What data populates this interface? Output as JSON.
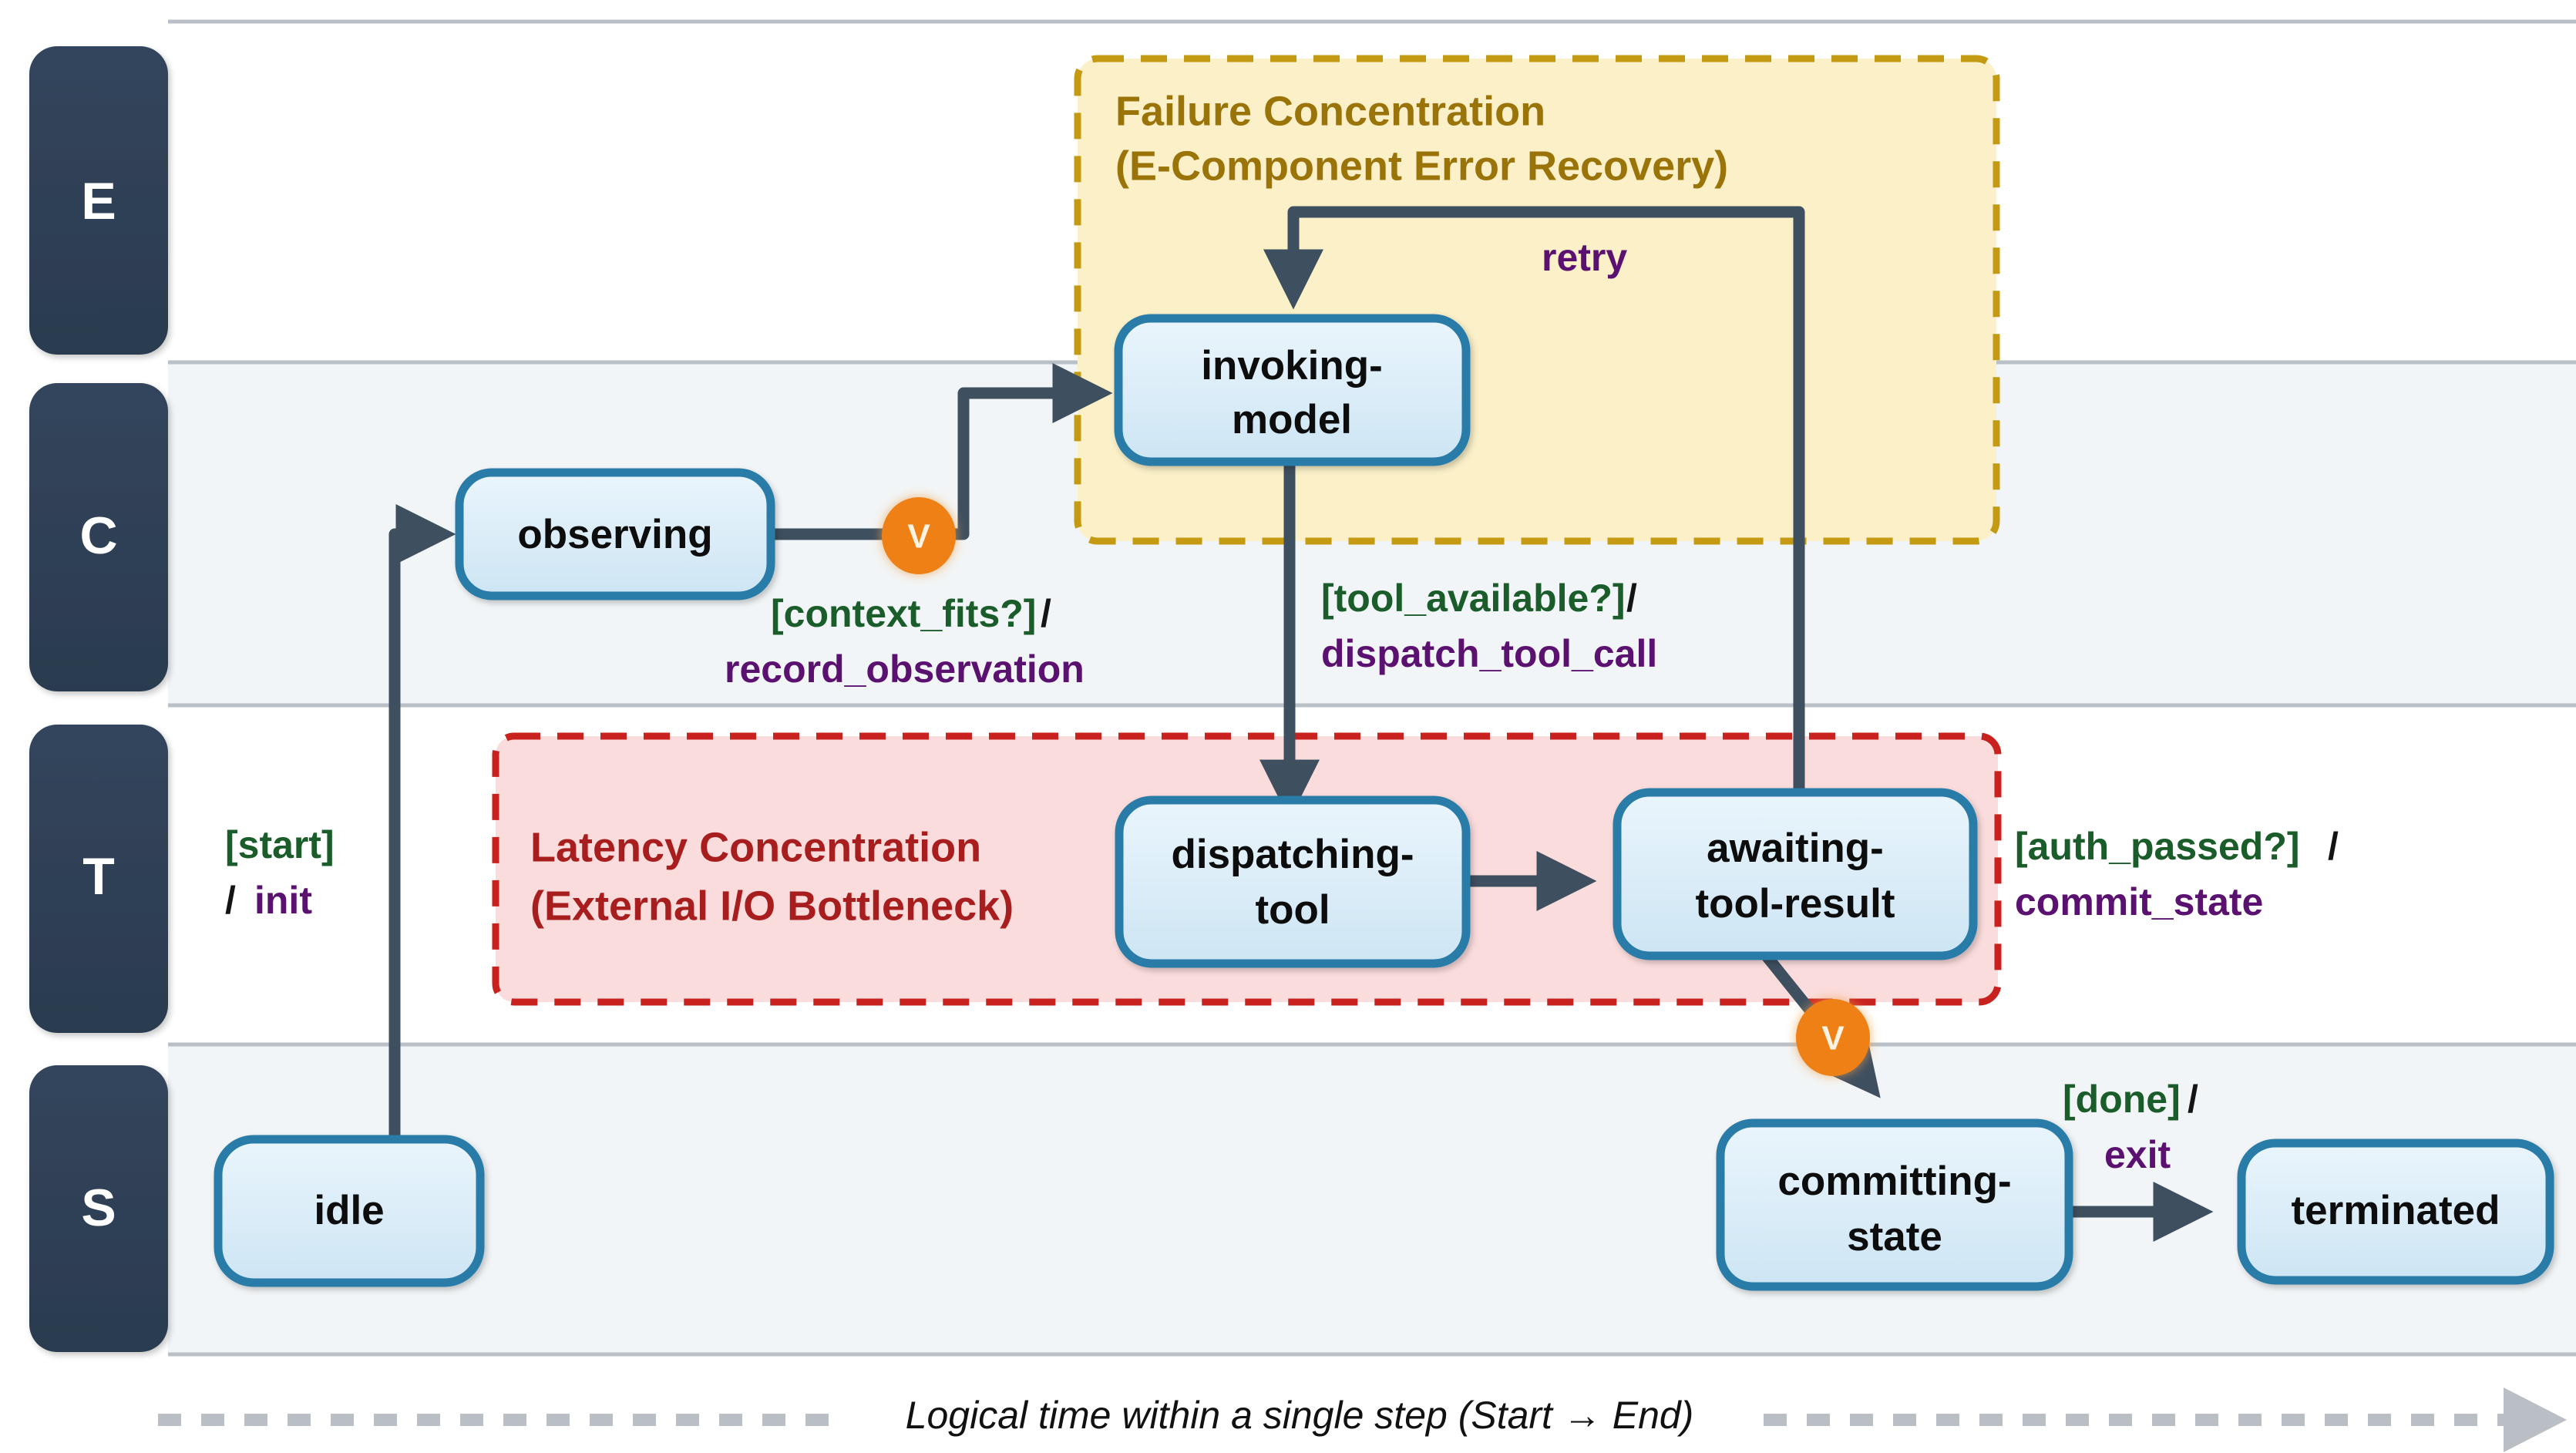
{
  "diagram": {
    "title_caption": "Logical time within a single step (Start → End)",
    "colors": {
      "lane_label_fill": "#2d3e52",
      "node_fill_top": "#e9f4fb",
      "node_fill_bottom": "#cfe6f5",
      "node_stroke": "#2b7ba8",
      "edge_stroke": "#3e4f60",
      "junction_fill": "#ef8019",
      "failure_region_fill": "#fbf0c8",
      "failure_region_stroke": "#c49a13",
      "failure_region_text": "#9a7409",
      "latency_region_fill": "#fbdcdc",
      "latency_region_stroke": "#c9211e",
      "latency_region_text": "#a81d1d",
      "guard_color": "#1a5c2a",
      "action_color": "#5b1170",
      "lane_band_alt": "#f2f5f7",
      "axis_arrow": "#b9bfc4"
    },
    "lanes": [
      {
        "id": "lane-e",
        "label": "E",
        "band_shaded": false
      },
      {
        "id": "lane-c",
        "label": "C",
        "band_shaded": true
      },
      {
        "id": "lane-t",
        "label": "T",
        "band_shaded": false
      },
      {
        "id": "lane-s",
        "label": "S",
        "band_shaded": true
      }
    ],
    "regions": [
      {
        "id": "failure-concentration",
        "line1": "Failure Concentration",
        "line2": "(E-Component Error Recovery)"
      },
      {
        "id": "latency-concentration",
        "line1": "Latency Concentration",
        "line2": "(External I/O Bottleneck)"
      }
    ],
    "nodes": [
      {
        "id": "idle",
        "lane": "S",
        "line1": "idle",
        "line2": ""
      },
      {
        "id": "observing",
        "lane": "C",
        "line1": "observing",
        "line2": ""
      },
      {
        "id": "invoking-model",
        "lane": "E",
        "line1": "invoking-",
        "line2": "model"
      },
      {
        "id": "dispatching-tool",
        "lane": "T",
        "line1": "dispatching-",
        "line2": "tool"
      },
      {
        "id": "awaiting-tool-result",
        "lane": "T",
        "line1": "awaiting-",
        "line2": "tool-result"
      },
      {
        "id": "committing-state",
        "lane": "S",
        "line1": "committing-",
        "line2": "state"
      },
      {
        "id": "terminated",
        "lane": "S",
        "line1": "terminated",
        "line2": ""
      }
    ],
    "junctions": [
      {
        "id": "junction-context-fits",
        "label": "V"
      },
      {
        "id": "junction-auth-passed",
        "label": "V"
      }
    ],
    "transitions": [
      {
        "id": "start-init",
        "from": "idle",
        "to": "observing",
        "guard": "[start]",
        "slash": "/",
        "action": "init",
        "layout": "two-line-slash-leading"
      },
      {
        "id": "context-fits",
        "from": "observing",
        "to": "invoking-model",
        "guard": "[context_fits?]",
        "slash": "/",
        "action": "record_observation",
        "layout": "two-line"
      },
      {
        "id": "tool-available",
        "from": "invoking-model",
        "to": "dispatching-tool",
        "guard": "[tool_available?]",
        "slash": "/",
        "action": "dispatch_tool_call",
        "layout": "two-line"
      },
      {
        "id": "dispatch-to-await",
        "from": "dispatching-tool",
        "to": "awaiting-tool-result",
        "guard": "",
        "slash": "",
        "action": "",
        "layout": "none"
      },
      {
        "id": "retry",
        "from": "awaiting-tool-result",
        "to": "invoking-model",
        "guard": "",
        "slash": "",
        "action": "retry",
        "layout": "action-only"
      },
      {
        "id": "auth-passed",
        "from": "awaiting-tool-result",
        "to": "committing-state",
        "guard": "[auth_passed?]",
        "slash": "/",
        "action": "commit_state",
        "layout": "two-line"
      },
      {
        "id": "done-exit",
        "from": "committing-state",
        "to": "terminated",
        "guard": "[done]",
        "slash": "/",
        "action": "exit",
        "layout": "two-line"
      }
    ]
  }
}
